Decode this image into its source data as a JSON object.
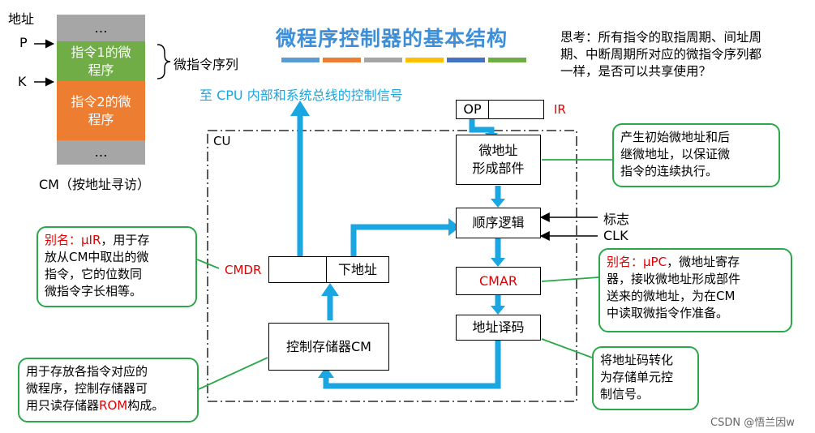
{
  "title": "微程序控制器的基本结构",
  "title_colors": [
    "#5b9bd5",
    "#ed7d31",
    "#a5a5a5",
    "#ffc000",
    "#4472c4",
    "#70ad47"
  ],
  "question": [
    "思考：所有指令的取指周期、间址周",
    "期、中断周期所对应的微指令序列都",
    "一样，是否可以共享使用？"
  ],
  "cm": {
    "address_label": "地址",
    "p_label": "P",
    "k_label": "K",
    "top_dots": "…",
    "seg1": [
      "指令1的微",
      "程序"
    ],
    "seg2": [
      "指令2的微",
      "程序"
    ],
    "bottom_dots": "…",
    "seq_label": "微指令序列",
    "caption": "CM（按地址寻访）"
  },
  "signal_label": "至 CPU 内部和系统总线的控制信号",
  "cu_label": "CU",
  "ir": {
    "op": "OP",
    "label": "IR"
  },
  "blocks": {
    "addr_gen": [
      "微地址",
      "形成部件"
    ],
    "seq_logic": "顺序逻辑",
    "cmar": "CMAR",
    "decoder": "地址译码",
    "cm": "控制存储器CM",
    "next_addr": "下地址",
    "cmdr": "CMDR"
  },
  "inputs": {
    "flag": "标志",
    "clk": "CLK"
  },
  "callouts": {
    "addr_gen": [
      "产生初始微地址和后",
      "继微地址，以保证微",
      "指令的连续执行。"
    ],
    "cmdr_prefix": "别名：",
    "cmdr_alias": "μIR",
    "cmdr_line1_rest": "，用于存",
    "cmdr_rest": [
      "放从CM中取出的微",
      "指令，它的位数同",
      "微指令字长相等。"
    ],
    "cmar_prefix": "别名：",
    "cmar_alias": "μPC",
    "cmar_line1_rest": "，微地址寄存",
    "cmar_rest": [
      "器，接收微地址形成部件",
      "送来的微地址，为在CM",
      "中读取微指令作准备。"
    ],
    "cm_line1": "用于存放各指令对应的",
    "cm_line2": "微程序，控制存储器可",
    "cm_line3_prefix": "用只读存储器",
    "cm_line3_hl": "ROM",
    "cm_line3_suffix": "构成。",
    "decoder": [
      "将地址码转化",
      "为存储单元控",
      "制信号。"
    ]
  },
  "footer": "CSDN @悟兰因w"
}
